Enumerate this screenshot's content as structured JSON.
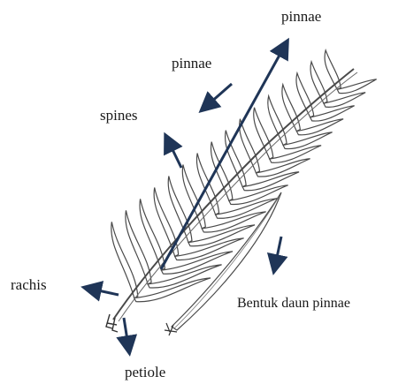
{
  "diagram": {
    "labels": {
      "pinnae_top": "pinnae",
      "pinnae_mid": "pinnae",
      "spines": "spines",
      "rachis": "rachis",
      "bentuk": "Bentuk daun pinnae",
      "petiole": "petiole"
    },
    "colors": {
      "arrow": "#1f3557",
      "line_art": "#4a4a4a",
      "text": "#1a1a1a"
    }
  }
}
